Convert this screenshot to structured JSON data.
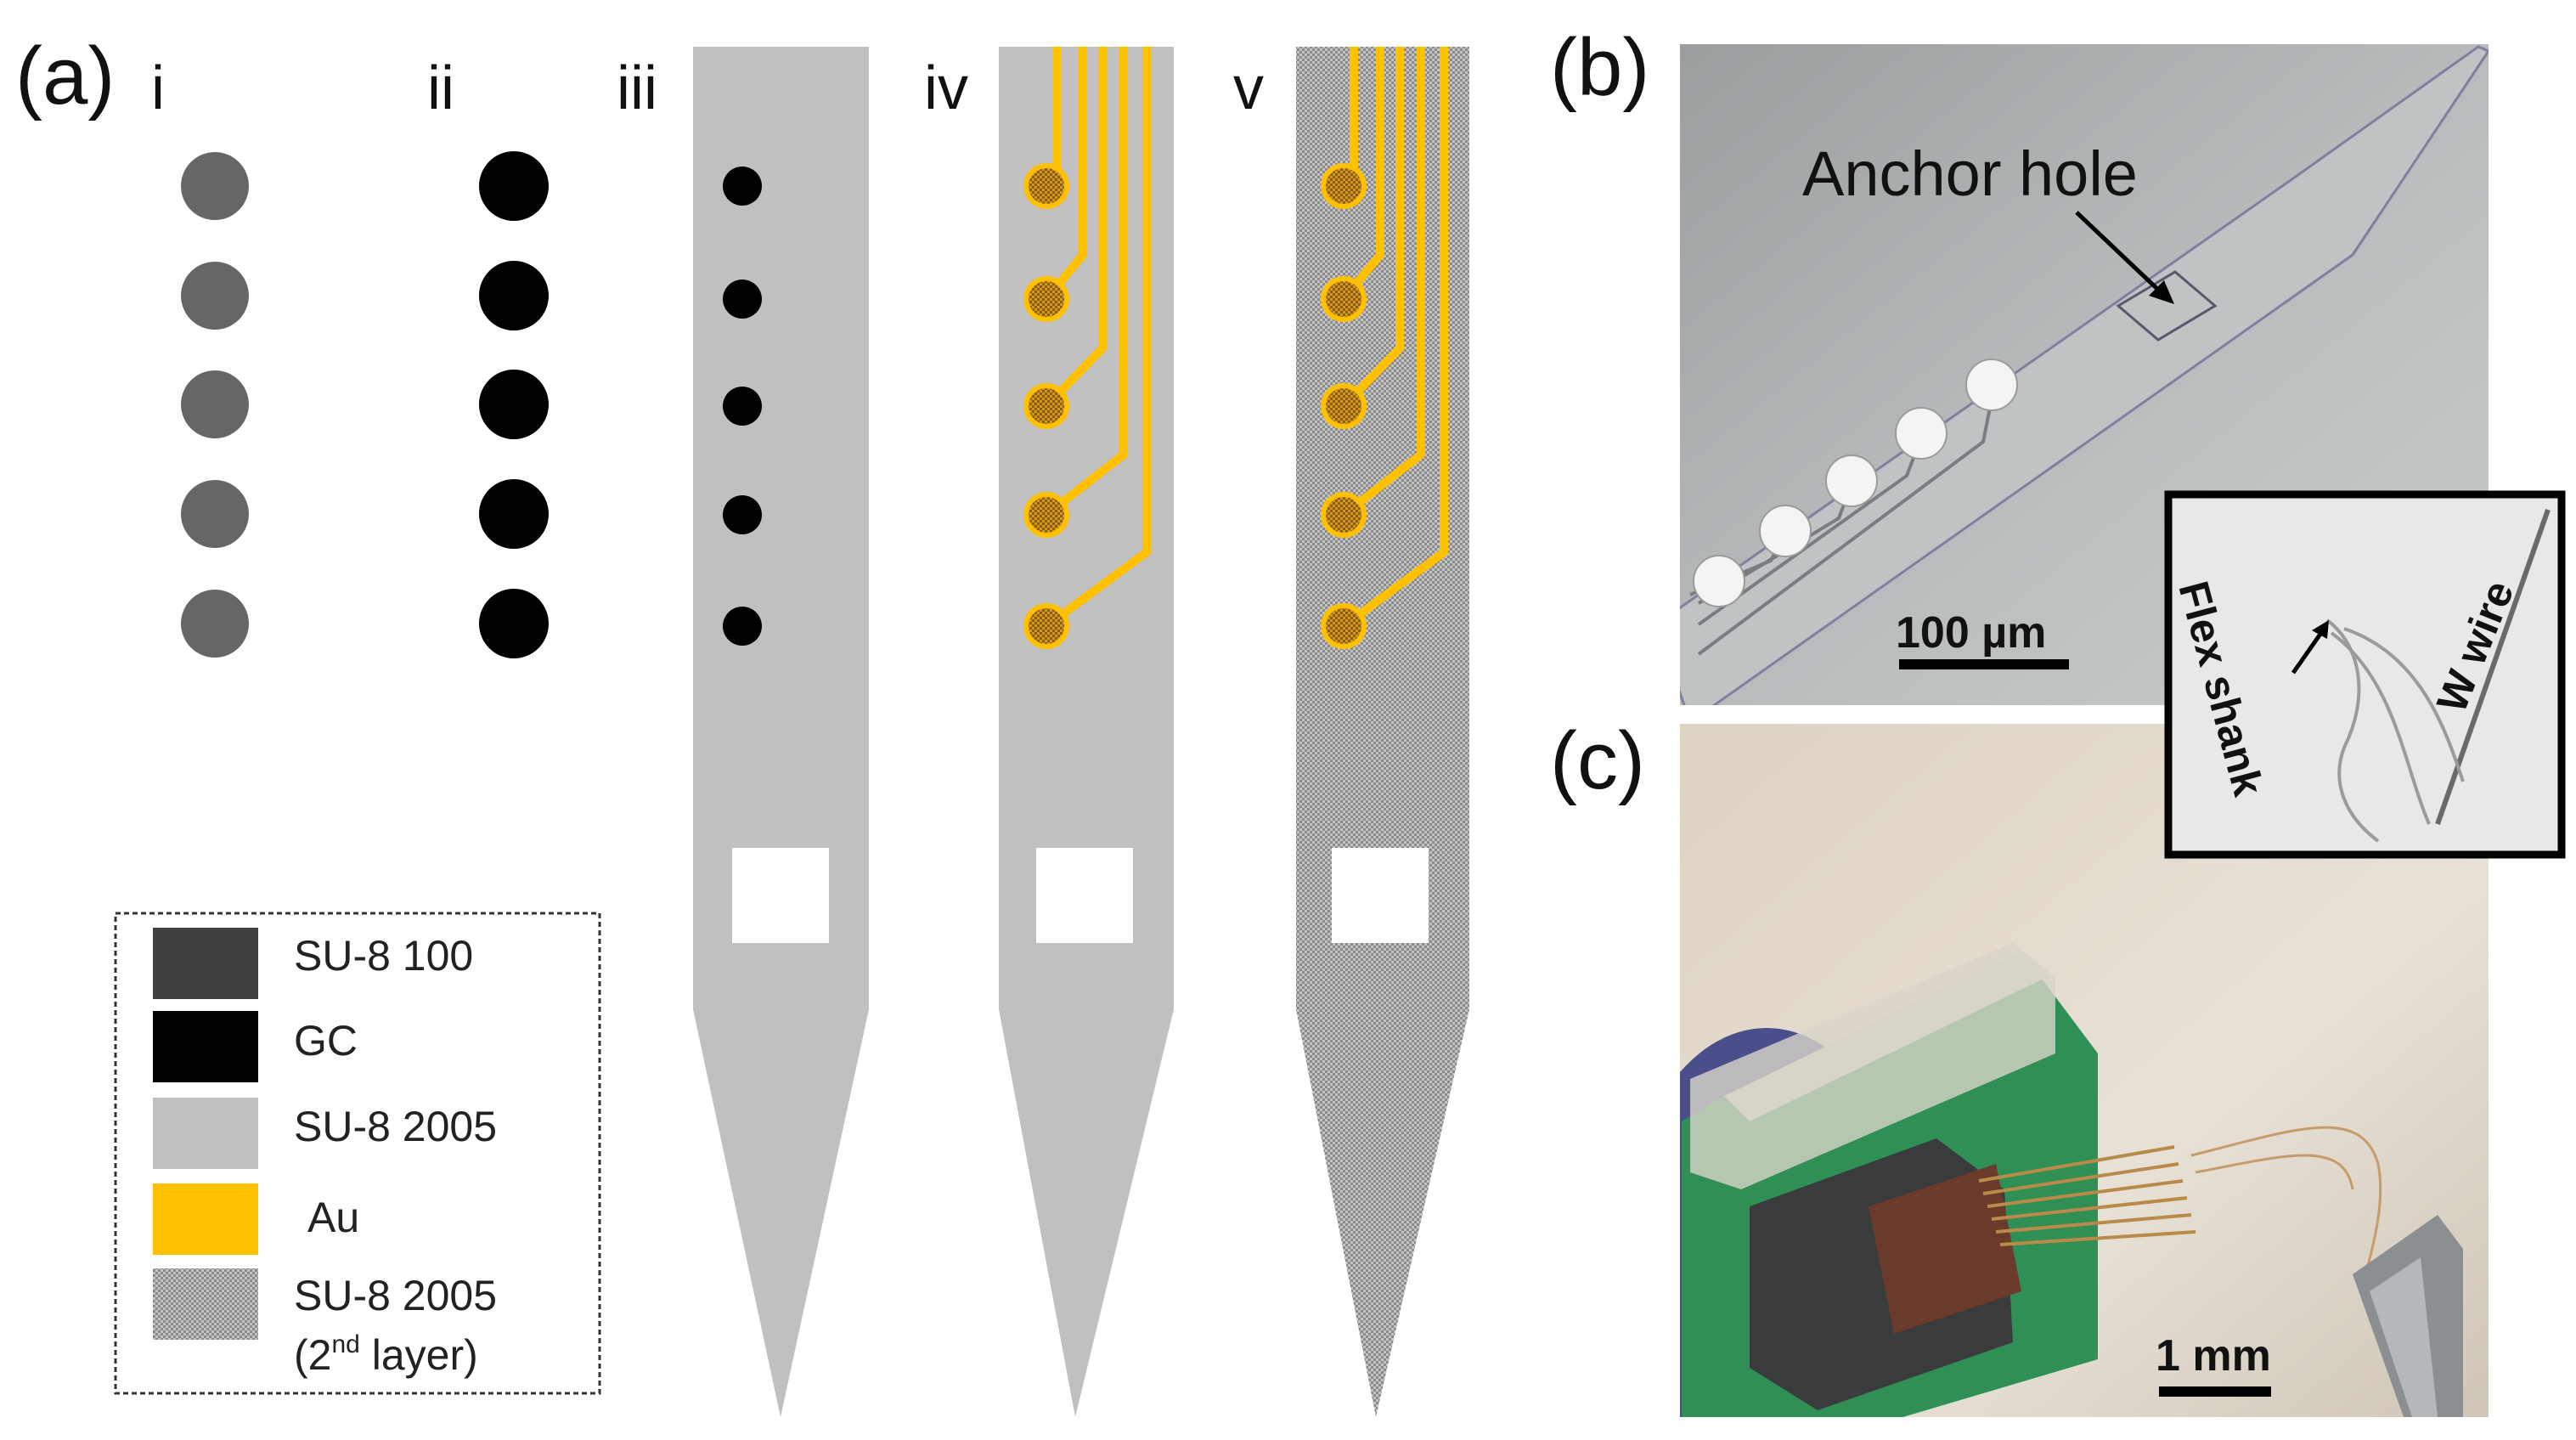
{
  "panel_labels": {
    "a": "(a)",
    "b": "(b)",
    "c": "(c)"
  },
  "steps": [
    "i",
    "ii",
    "iii",
    "iv",
    "v"
  ],
  "legend": [
    {
      "key": "su8_100",
      "label": "SU-8 100",
      "color": "#404040"
    },
    {
      "key": "gc",
      "label": "GC",
      "color": "#000000"
    },
    {
      "key": "su8_2005",
      "label": "SU-8 2005",
      "color": "#c0c0c0"
    },
    {
      "key": "au",
      "label": "Au",
      "color": "#ffc000"
    },
    {
      "key": "su8_2005_2nd",
      "label": "SU-8 2005",
      "label_line2_prefix": "(2",
      "label_line2_sup": "nd",
      "label_line2_suffix": " layer)",
      "color": "#aaaaaa"
    }
  ],
  "panel_b": {
    "annotation": "Anchor hole",
    "scale_bar": "100 µm"
  },
  "panel_c": {
    "scale_bar": "1 mm",
    "inset_label_1": "Flex shank",
    "inset_label_2": "W wire"
  }
}
